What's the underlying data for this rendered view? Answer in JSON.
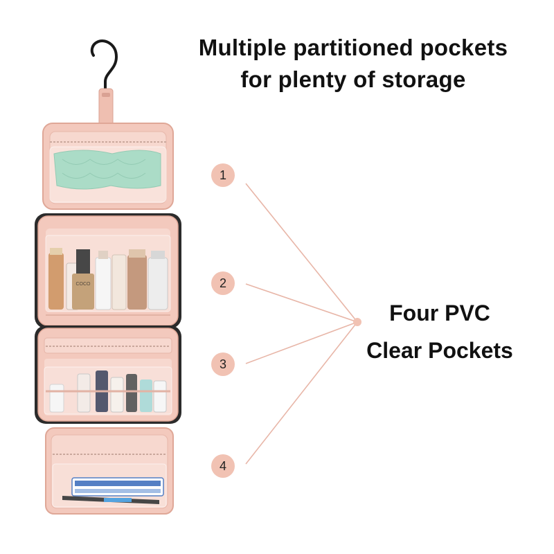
{
  "headline": {
    "line1": "Multiple partitioned pockets",
    "line2": "for plenty of storage"
  },
  "callout": {
    "line1": "Four PVC",
    "line2": "Clear Pockets"
  },
  "pocket_badges": [
    "1",
    "2",
    "3",
    "4"
  ],
  "product": {
    "item_labels": [
      "COCO"
    ]
  },
  "colors": {
    "bag_pink": "#f3c9bd",
    "bag_pink_dark": "#e7aea0",
    "badge_fill": "#f1c2b3",
    "leader_line": "#e8b6a8",
    "towel_green": "#8fd0b4",
    "hook": "#1a1a1a"
  }
}
